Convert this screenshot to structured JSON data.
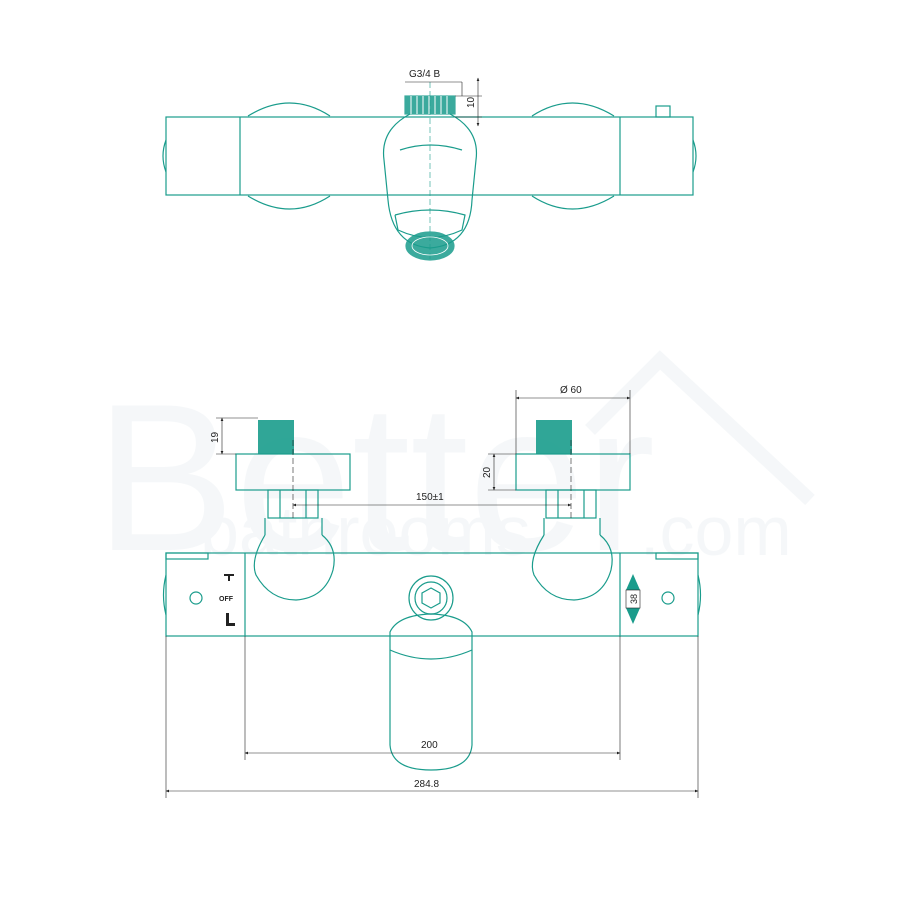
{
  "drawing": {
    "line_color": "#1a9c8c",
    "thread_color": "#1a9c8c",
    "dim_color": "#222222",
    "top_view": {
      "thread_label": "G3/4 B",
      "thread_height": "10"
    },
    "front_view": {
      "inlet_height": "19",
      "body_height": "20",
      "body_diameter": "Ø 60",
      "inlet_spacing": "150±1",
      "spout_width": "200",
      "overall_width": "284.8",
      "safety_stop": "38",
      "diverter_off": "OFF"
    }
  },
  "watermark": {
    "brand": "Better",
    "brand_sub": "bathrooms",
    "domain": ".com"
  }
}
